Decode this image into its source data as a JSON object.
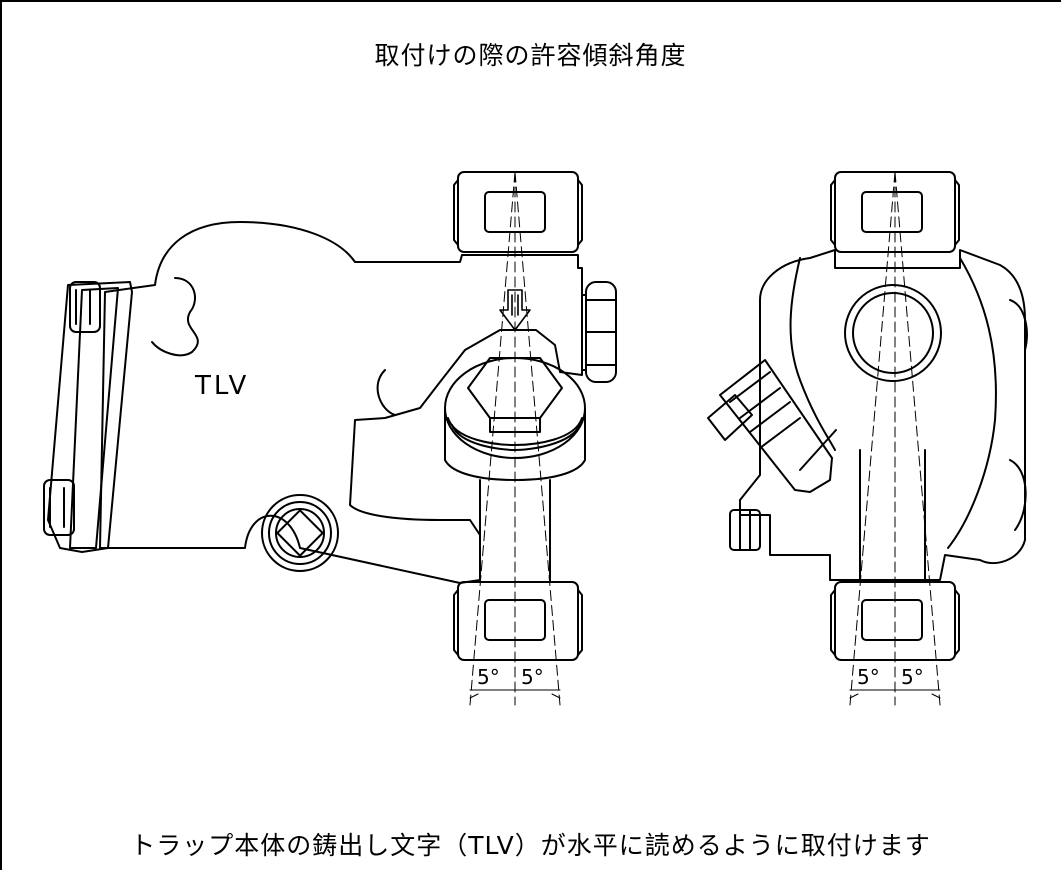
{
  "title": "取付けの際の許容傾斜角度",
  "footer_note": "トラップ本体の鋳出し文字（TLV）が水平に読めるように取付けます",
  "body_lettering": "TLV",
  "left_view": {
    "angle_left": "5°",
    "angle_right": "5°"
  },
  "right_view": {
    "angle_left": "5°",
    "angle_right": "5°"
  },
  "icons": [
    "flow-arrow-icon"
  ]
}
